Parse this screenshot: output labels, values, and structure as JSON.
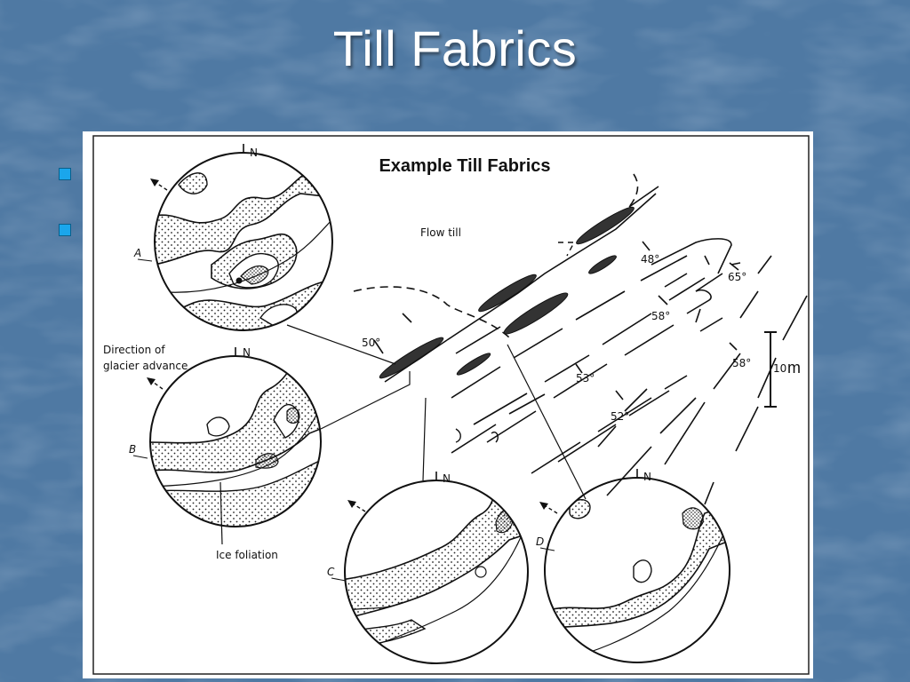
{
  "slide": {
    "title": "Till Fabrics",
    "bullet_color": "#1aa6ec",
    "background_color": "#4f79a3"
  },
  "figure": {
    "title": "Example Till Fabrics",
    "flow_till_label": "Flow till",
    "direction_label_line1": "Direction of",
    "direction_label_line2": "glacier advance",
    "ice_foliation_label": "Ice foliation",
    "north_label": "N",
    "stereonets": [
      {
        "letter": "A"
      },
      {
        "letter": "B"
      },
      {
        "letter": "C"
      },
      {
        "letter": "D"
      }
    ],
    "dip_labels": [
      "50°",
      "48°",
      "65°",
      "58°",
      "53°",
      "58°",
      "52°"
    ],
    "scale_value": "10",
    "scale_unit": "m"
  }
}
